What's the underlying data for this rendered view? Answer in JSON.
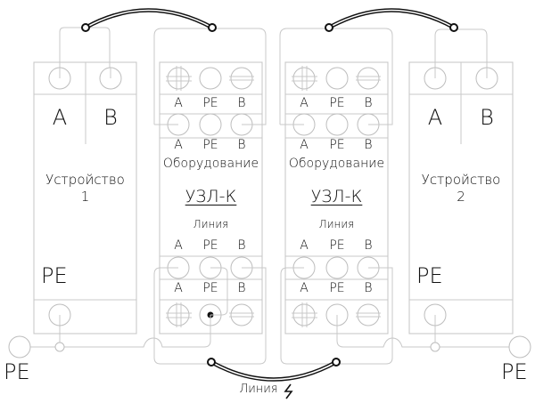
{
  "diagram": {
    "device1": {
      "name": "Устройство",
      "number": "1",
      "terminal_a": "A",
      "terminal_b": "B",
      "terminal_pe": "PE"
    },
    "device2": {
      "name": "Устройство",
      "number": "2",
      "terminal_a": "A",
      "terminal_b": "B",
      "terminal_pe": "PE"
    },
    "module1": {
      "top_labels": [
        "A",
        "PE",
        "B"
      ],
      "mid_labels": [
        "A",
        "PE",
        "B"
      ],
      "equipment_label": "Оборудование",
      "title": "УЗЛ-К",
      "line_label": "Линия",
      "line_labels_upper": [
        "A",
        "PE",
        "B"
      ],
      "line_labels_lower": [
        "A",
        "PE",
        "B"
      ]
    },
    "module2": {
      "top_labels": [
        "A",
        "PE",
        "B"
      ],
      "mid_labels": [
        "A",
        "PE",
        "B"
      ],
      "equipment_label": "Оборудование",
      "title": "УЗЛ-К",
      "line_label": "Линия",
      "line_labels_upper": [
        "A",
        "PE",
        "B"
      ],
      "line_labels_lower": [
        "A",
        "PE",
        "B"
      ]
    },
    "ground_left": "PE",
    "ground_right": "PE",
    "line_cable_label": "Линия",
    "line_cable_icon": "lightning-icon",
    "colors": {
      "wire": "#c8c8c8",
      "cable": "#111111",
      "text": "#111111"
    }
  }
}
